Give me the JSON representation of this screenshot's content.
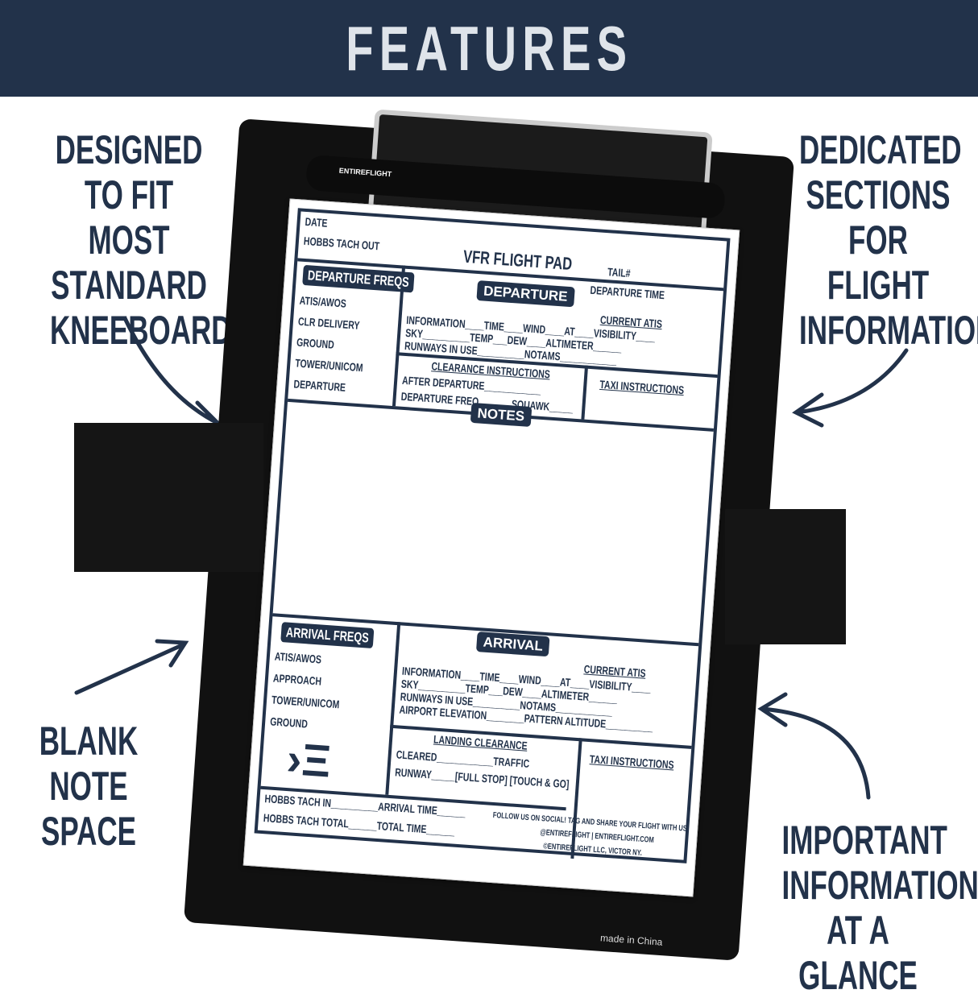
{
  "title": "FEATURES",
  "callouts": {
    "top_left": "DESIGNED TO FIT MOST STANDARD KNEEBOARDS",
    "top_right": "DEDICATED SECTIONS FOR FLIGHT INFORMATION",
    "bottom_left": "BLANK NOTE SPACE",
    "bottom_right": "IMPORTANT INFORMATION AT A GLANCE"
  },
  "pen_brand": "ENTIREFLIGHT",
  "made_in": "made in China",
  "colors": {
    "navy": "#22324a",
    "banner_text": "#dfe4ea",
    "board": "#111111"
  },
  "pad": {
    "title": "VFR FLIGHT PAD",
    "date": "DATE",
    "hobbs_out": "HOBBS TACH OUT",
    "tail": "TAIL#",
    "departure_time": "DEPARTURE TIME",
    "departure_freqs": {
      "tag": "DEPARTURE FREQS",
      "items": [
        "ATIS/AWOS",
        "CLR DELIVERY",
        "GROUND",
        "TOWER/UNICOM",
        "DEPARTURE"
      ]
    },
    "departure": {
      "tag": "DEPARTURE",
      "current_atis": "CURRENT ATIS",
      "rows": [
        "INFORMATION____TIME____WIND____AT____VISIBILITY____",
        "SKY__________TEMP___DEW____ALTIMETER______",
        "RUNWAYS IN USE__________NOTAMS____________"
      ]
    },
    "clearance": {
      "heading": "CLEARANCE INSTRUCTIONS",
      "rows": [
        "AFTER DEPARTURE____________",
        "DEPARTURE  FREQ_______SQUAWK_____"
      ]
    },
    "taxi": "TAXI INSTRUCTIONS",
    "notes": "NOTES",
    "arrival_freqs": {
      "tag": "ARRIVAL FREQS",
      "items": [
        "ATIS/AWOS",
        "APPROACH",
        "TOWER/UNICOM",
        "GROUND"
      ]
    },
    "arrival": {
      "tag": "ARRIVAL",
      "current_atis": "CURRENT ATIS",
      "rows": [
        "INFORMATION____TIME____WIND____AT____VISIBILITY____",
        "SKY__________TEMP___DEW____ALTIMETER______",
        "RUNWAYS IN USE__________NOTAMS____________",
        "AIRPORT ELEVATION________PATTERN ALTITUDE__________"
      ]
    },
    "landing": {
      "heading": "LANDING CLEARANCE",
      "rows": [
        "CLEARED____________TRAFFIC",
        "RUNWAY_____[FULL STOP]  [TOUCH & GO]"
      ]
    },
    "arrival_taxi": "TAXI INSTRUCTIONS",
    "footer": {
      "hobbs_in": "HOBBS TACH IN__________ARRIVAL TIME______",
      "hobbs_total": "HOBBS TACH TOTAL______TOTAL TIME______",
      "social": "FOLLOW US ON SOCIAL! TAG AND SHARE YOUR FLIGHT WITH US",
      "handles": "@ENTIREFLIGHT | ENTIREFLIGHT.COM",
      "copyright": "©ENTIREFLIGHT LLC, VICTOR NY."
    }
  }
}
